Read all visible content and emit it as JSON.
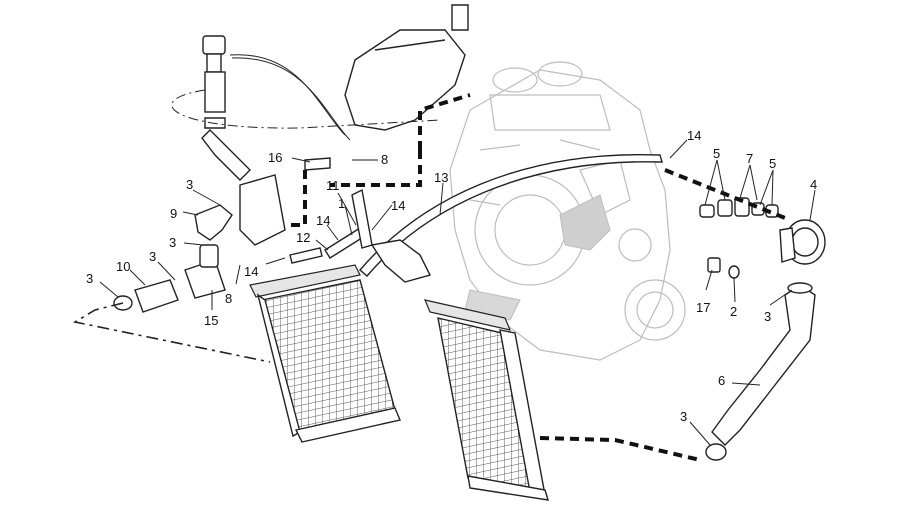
{
  "labels": [
    {
      "id": "l14a",
      "text": "14"
    },
    {
      "id": "l5a",
      "text": "5"
    },
    {
      "id": "l7",
      "text": "7"
    },
    {
      "id": "l5b",
      "text": "5"
    },
    {
      "id": "l4",
      "text": "4"
    },
    {
      "id": "l16",
      "text": "16"
    },
    {
      "id": "l8a",
      "text": "8"
    },
    {
      "id": "l13",
      "text": "13"
    },
    {
      "id": "l3a",
      "text": "3"
    },
    {
      "id": "l11",
      "text": "11"
    },
    {
      "id": "l14b",
      "text": "14"
    },
    {
      "id": "l9",
      "text": "9"
    },
    {
      "id": "l1",
      "text": "1"
    },
    {
      "id": "l14c",
      "text": "14"
    },
    {
      "id": "l3b",
      "text": "3"
    },
    {
      "id": "l12",
      "text": "12"
    },
    {
      "id": "l10",
      "text": "10"
    },
    {
      "id": "l3c",
      "text": "3"
    },
    {
      "id": "l14d",
      "text": "14"
    },
    {
      "id": "l3d",
      "text": "3"
    },
    {
      "id": "l8b",
      "text": "8"
    },
    {
      "id": "l15",
      "text": "15"
    },
    {
      "id": "l17",
      "text": "17"
    },
    {
      "id": "l2",
      "text": "2"
    },
    {
      "id": "l3e",
      "text": "3"
    },
    {
      "id": "l6",
      "text": "6"
    },
    {
      "id": "l3f",
      "text": "3"
    }
  ]
}
